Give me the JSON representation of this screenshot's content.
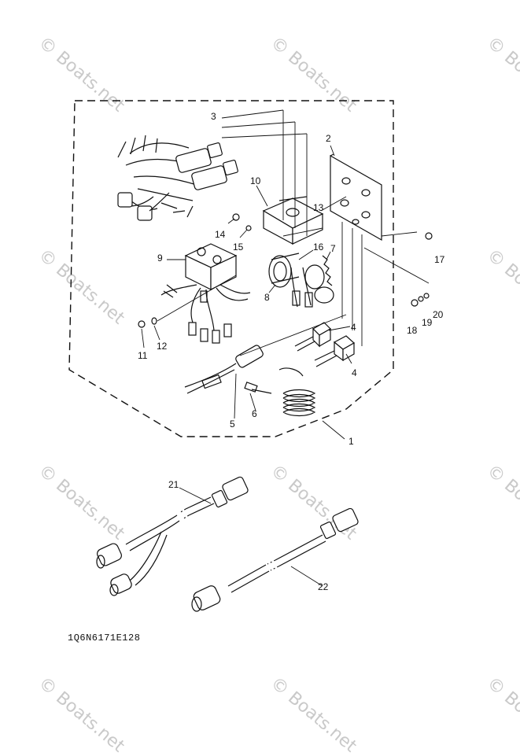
{
  "diagram": {
    "part_code": "1Q6N6171E128",
    "watermark": "© Boats.net",
    "callouts": [
      "1",
      "2",
      "3",
      "4",
      "4",
      "5",
      "6",
      "7",
      "8",
      "9",
      "10",
      "11",
      "12",
      "13",
      "14",
      "15",
      "16",
      "17",
      "18",
      "19",
      "20",
      "21",
      "22"
    ]
  }
}
